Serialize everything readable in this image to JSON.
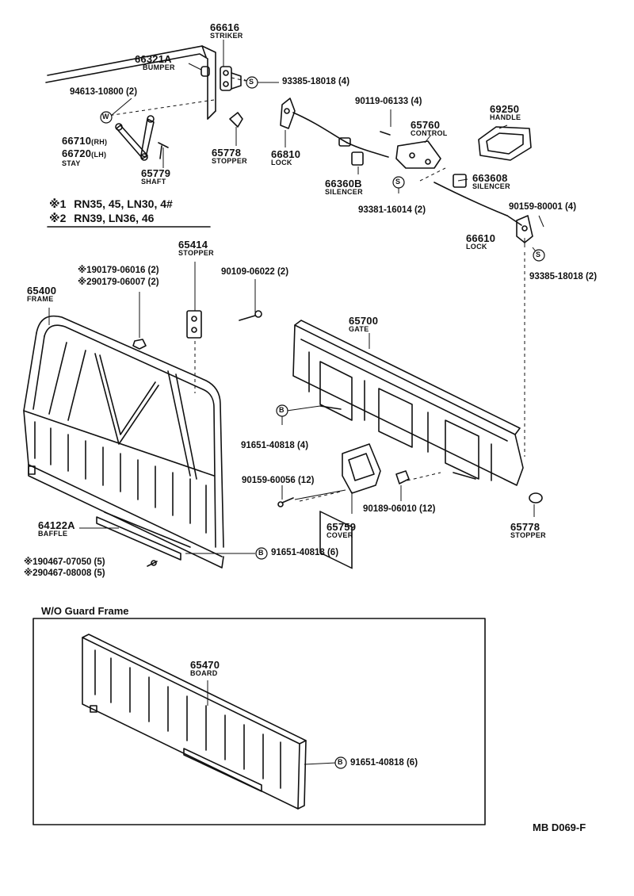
{
  "diagram": {
    "code": "MB D069-F",
    "section_title": "W/O Guard Frame",
    "notes": [
      {
        "mark": "※1",
        "text": "RN35, 45, LN30, 4#"
      },
      {
        "mark": "※2",
        "text": "RN39, LN36, 46"
      }
    ],
    "parts": {
      "p66616": {
        "num": "66616",
        "name": "STRIKER"
      },
      "p66321A": {
        "num": "66321A",
        "name": "BUMPER"
      },
      "p94613": {
        "num": "94613-10800 (2)"
      },
      "p93385a": {
        "num": "93385-18018 (4)"
      },
      "p66710": {
        "num": "66710",
        "suffix": "(RH)"
      },
      "p66720": {
        "num": "66720",
        "suffix": "(LH)",
        "name": "STAY"
      },
      "p65778a": {
        "num": "65778",
        "name": "STOPPER"
      },
      "p65779": {
        "num": "65779",
        "name": "SHAFT"
      },
      "p66810": {
        "num": "66810",
        "name": "LOCK"
      },
      "p90119": {
        "num": "90119-06133 (4)"
      },
      "p65760": {
        "num": "65760",
        "name": "CONTROL"
      },
      "p69250": {
        "num": "69250",
        "name": "HANDLE"
      },
      "p66360B": {
        "num": "66360B",
        "name": "SILENCER"
      },
      "p66360B2": {
        "num": "663608",
        "name": "SILENCER"
      },
      "p93381": {
        "num": "93381-16014 (2)"
      },
      "p90159a": {
        "num": "90159-80001 (4)"
      },
      "p66610": {
        "num": "66610",
        "name": "LOCK"
      },
      "p93385b": {
        "num": "93385-18018 (2)"
      },
      "p65414": {
        "num": "65414",
        "name": "STOPPER"
      },
      "p90179a": {
        "num": "90179-06016 (2)",
        "mark": "※1"
      },
      "p90179b": {
        "num": "90179-06007 (2)",
        "mark": "※2"
      },
      "p90109": {
        "num": "90109-06022 (2)"
      },
      "p65400": {
        "num": "65400",
        "name": "FRAME"
      },
      "p65700": {
        "num": "65700",
        "name": "GATE"
      },
      "p91651a": {
        "num": "91651-40818 (4)"
      },
      "p90159b": {
        "num": "90159-60056 (12)"
      },
      "p90189": {
        "num": "90189-06010 (12)"
      },
      "p65759": {
        "num": "65759",
        "name": "COVER"
      },
      "p65778b": {
        "num": "65778",
        "name": "STOPPER"
      },
      "p64122A": {
        "num": "64122A",
        "name": "BAFFLE"
      },
      "p91651b": {
        "num": "91651-40818 (6)"
      },
      "p90467a": {
        "num": "90467-07050 (5)",
        "mark": "※1"
      },
      "p90467b": {
        "num": "90467-08008 (5)",
        "mark": "※2"
      },
      "p65470": {
        "num": "65470",
        "name": "BOARD"
      },
      "p91651c": {
        "num": "91651-40818 (6)"
      }
    },
    "symbols": {
      "s": "S",
      "w": "W",
      "b": "B"
    }
  }
}
